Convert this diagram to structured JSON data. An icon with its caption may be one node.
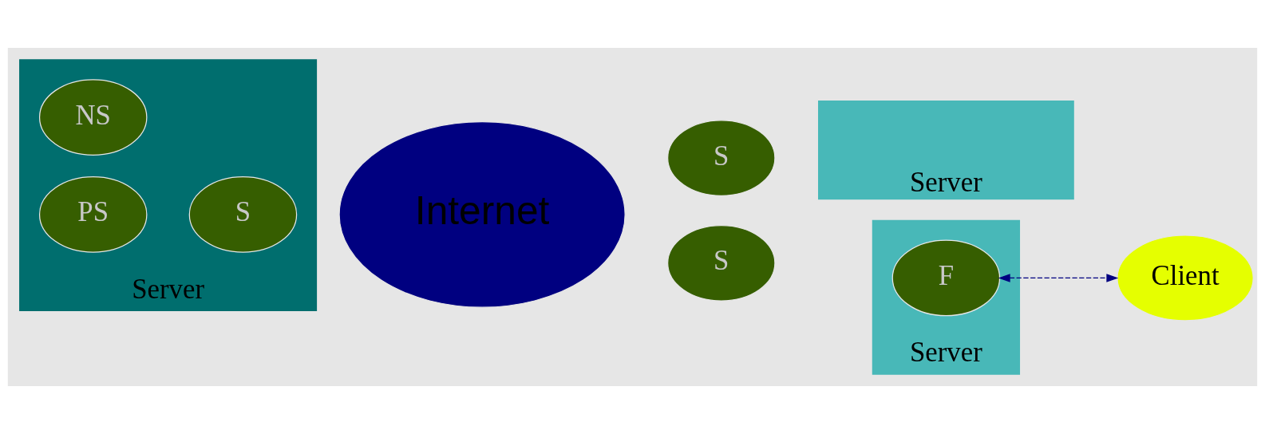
{
  "diagram": {
    "nodes": [
      {
        "text": [
          "Server"
        ]
      },
      {
        "text": [
          "NS"
        ],
        "in": 0
      },
      {
        "text": [
          "PS"
        ],
        "in": 0
      },
      {
        "text": [
          "S"
        ],
        "in": 0
      },
      {
        "text": [
          "Internet"
        ]
      },
      {
        "text": [
          "Server"
        ]
      },
      {
        "text": [
          "S"
        ]
      },
      {
        "text": [
          "Server"
        ]
      },
      {
        "text": [
          "S"
        ]
      },
      {
        "text": [
          "F"
        ],
        "in": 7
      },
      {
        "text": [
          "Client"
        ]
      }
    ],
    "edges": [
      {
        "from": 9,
        "to": 10,
        "arrow": "both",
        "style": "dashed",
        "color": "#000080"
      }
    ]
  }
}
